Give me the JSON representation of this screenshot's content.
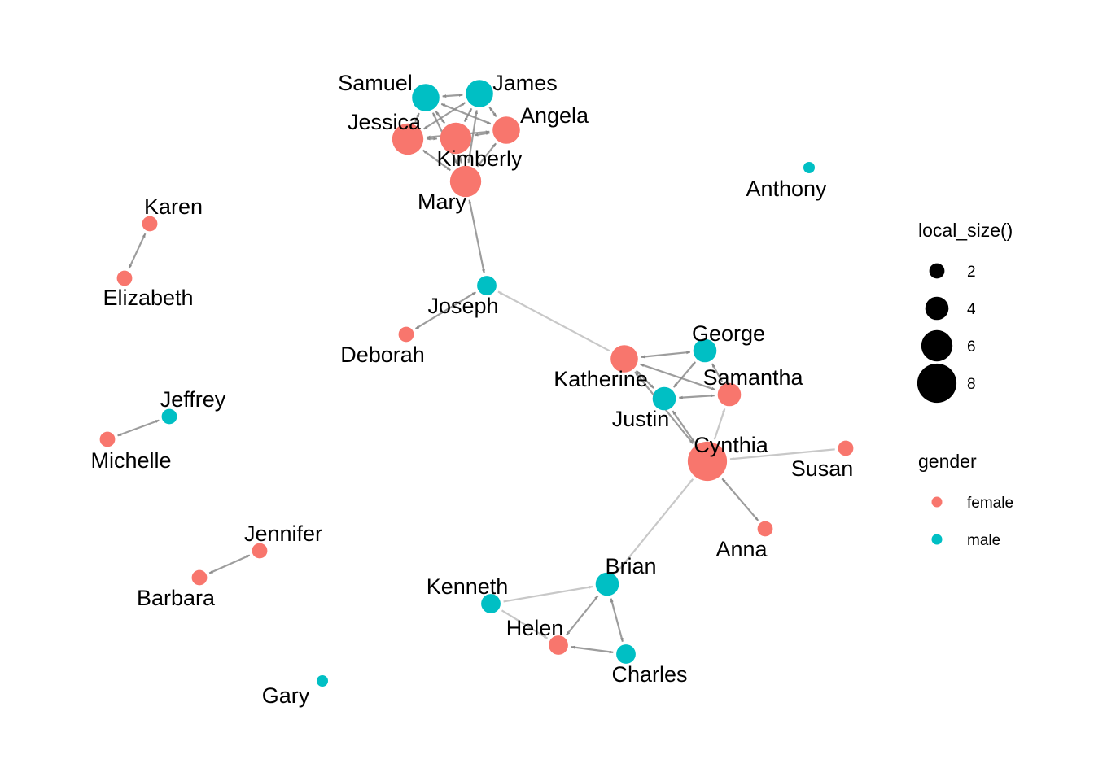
{
  "legend": {
    "size_title": "local_size()",
    "size_entries": [
      {
        "label": "2",
        "value": 2
      },
      {
        "label": "4",
        "value": 4
      },
      {
        "label": "6",
        "value": 6
      },
      {
        "label": "8",
        "value": 8
      }
    ],
    "color_title": "gender",
    "color_entries": [
      {
        "label": "female",
        "color": "#F8766D"
      },
      {
        "label": "male",
        "color": "#00BFC4"
      }
    ]
  },
  "nodes": [
    {
      "id": "Samuel",
      "gender": "male",
      "size": 5
    },
    {
      "id": "James",
      "gender": "male",
      "size": 5
    },
    {
      "id": "Jessica",
      "gender": "female",
      "size": 6
    },
    {
      "id": "Angela",
      "gender": "female",
      "size": 5
    },
    {
      "id": "Kimberly",
      "gender": "female",
      "size": 6
    },
    {
      "id": "Mary",
      "gender": "female",
      "size": 6
    },
    {
      "id": "Anthony",
      "gender": "male",
      "size": 1
    },
    {
      "id": "Karen",
      "gender": "female",
      "size": 2
    },
    {
      "id": "Elizabeth",
      "gender": "female",
      "size": 2
    },
    {
      "id": "Joseph",
      "gender": "male",
      "size": 3
    },
    {
      "id": "Deborah",
      "gender": "female",
      "size": 2
    },
    {
      "id": "George",
      "gender": "male",
      "size": 4
    },
    {
      "id": "Katherine",
      "gender": "female",
      "size": 5
    },
    {
      "id": "Samantha",
      "gender": "female",
      "size": 4
    },
    {
      "id": "Justin",
      "gender": "male",
      "size": 4
    },
    {
      "id": "Cynthia",
      "gender": "female",
      "size": 8
    },
    {
      "id": "Susan",
      "gender": "female",
      "size": 2
    },
    {
      "id": "Anna",
      "gender": "female",
      "size": 2
    },
    {
      "id": "Jeffrey",
      "gender": "male",
      "size": 2
    },
    {
      "id": "Michelle",
      "gender": "female",
      "size": 2
    },
    {
      "id": "Jennifer",
      "gender": "female",
      "size": 2
    },
    {
      "id": "Barbara",
      "gender": "female",
      "size": 2
    },
    {
      "id": "Brian",
      "gender": "male",
      "size": 4
    },
    {
      "id": "Kenneth",
      "gender": "male",
      "size": 3
    },
    {
      "id": "Helen",
      "gender": "female",
      "size": 3
    },
    {
      "id": "Charles",
      "gender": "male",
      "size": 3
    },
    {
      "id": "Gary",
      "gender": "male",
      "size": 1
    }
  ],
  "edges": [
    {
      "from": "Samuel",
      "to": "James",
      "mutual": true
    },
    {
      "from": "Samuel",
      "to": "Jessica",
      "mutual": true
    },
    {
      "from": "Samuel",
      "to": "Kimberly",
      "mutual": true
    },
    {
      "from": "Samuel",
      "to": "Angela",
      "mutual": true
    },
    {
      "from": "Samuel",
      "to": "Mary",
      "mutual": true
    },
    {
      "from": "James",
      "to": "Jessica",
      "mutual": true
    },
    {
      "from": "James",
      "to": "Kimberly",
      "mutual": true
    },
    {
      "from": "James",
      "to": "Angela",
      "mutual": true
    },
    {
      "from": "James",
      "to": "Mary",
      "mutual": true
    },
    {
      "from": "Jessica",
      "to": "Kimberly",
      "mutual": true
    },
    {
      "from": "Jessica",
      "to": "Angela",
      "mutual": true
    },
    {
      "from": "Jessica",
      "to": "Mary",
      "mutual": true
    },
    {
      "from": "Kimberly",
      "to": "Angela",
      "mutual": true
    },
    {
      "from": "Kimberly",
      "to": "Mary",
      "mutual": true
    },
    {
      "from": "Angela",
      "to": "Mary",
      "mutual": true
    },
    {
      "from": "Mary",
      "to": "Joseph",
      "mutual": true
    },
    {
      "from": "Karen",
      "to": "Elizabeth",
      "mutual": true
    },
    {
      "from": "Joseph",
      "to": "Deborah",
      "mutual": true
    },
    {
      "from": "Katherine",
      "to": "Joseph",
      "mutual": false
    },
    {
      "from": "Katherine",
      "to": "George",
      "mutual": true
    },
    {
      "from": "Katherine",
      "to": "Samantha",
      "mutual": true
    },
    {
      "from": "Katherine",
      "to": "Justin",
      "mutual": true
    },
    {
      "from": "Katherine",
      "to": "Cynthia",
      "mutual": true
    },
    {
      "from": "George",
      "to": "Samantha",
      "mutual": true
    },
    {
      "from": "George",
      "to": "Justin",
      "mutual": true
    },
    {
      "from": "Samantha",
      "to": "Justin",
      "mutual": true
    },
    {
      "from": "Cynthia",
      "to": "Samantha",
      "mutual": false
    },
    {
      "from": "Cynthia",
      "to": "Justin",
      "mutual": true
    },
    {
      "from": "Susan",
      "to": "Cynthia",
      "mutual": false
    },
    {
      "from": "Cynthia",
      "to": "Anna",
      "mutual": true
    },
    {
      "from": "Brian",
      "to": "Cynthia",
      "mutual": false
    },
    {
      "from": "Jeffrey",
      "to": "Michelle",
      "mutual": true
    },
    {
      "from": "Jennifer",
      "to": "Barbara",
      "mutual": true
    },
    {
      "from": "Kenneth",
      "to": "Brian",
      "mutual": false
    },
    {
      "from": "Kenneth",
      "to": "Helen",
      "mutual": false
    },
    {
      "from": "Brian",
      "to": "Helen",
      "mutual": true
    },
    {
      "from": "Brian",
      "to": "Charles",
      "mutual": true
    },
    {
      "from": "Helen",
      "to": "Charles",
      "mutual": true
    }
  ]
}
